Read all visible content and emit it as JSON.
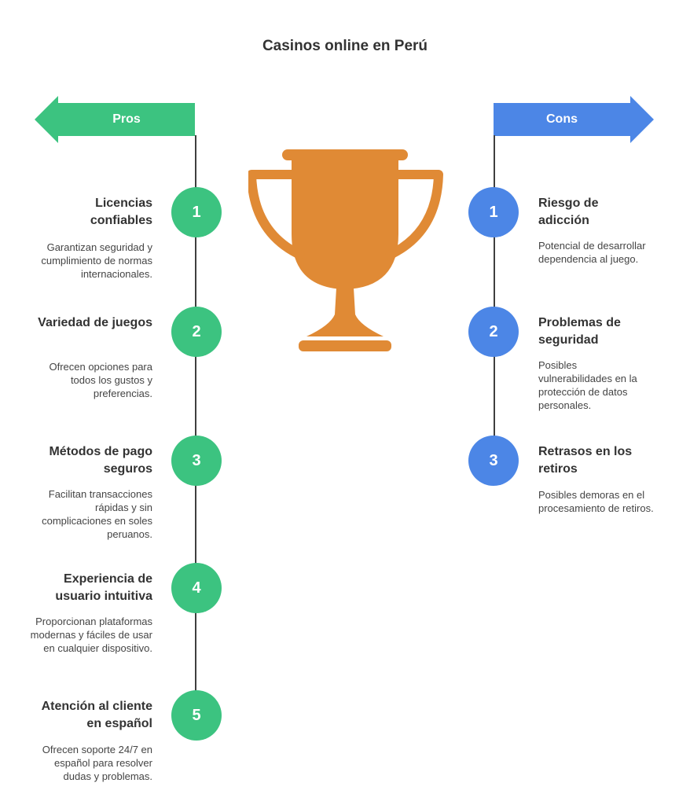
{
  "title": "Casinos online en Perú",
  "pros": {
    "label": "Pros",
    "color": "#3cc380",
    "items": [
      {
        "number": "1",
        "heading": "Licencias confiables",
        "description": "Garantizan seguridad y cumplimiento de normas internacionales."
      },
      {
        "number": "2",
        "heading": "Variedad de juegos",
        "description": "Ofrecen opciones para todos los gustos y preferencias."
      },
      {
        "number": "3",
        "heading": "Métodos de pago seguros",
        "description": "Facilitan transacciones rápidas y sin complicaciones en soles peruanos."
      },
      {
        "number": "4",
        "heading": "Experiencia de usuario intuitiva",
        "description": "Proporcionan plataformas modernas y fáciles de usar en cualquier dispositivo."
      },
      {
        "number": "5",
        "heading": "Atención al cliente en español",
        "description": "Ofrecen soporte 24/7 en español para resolver dudas y problemas."
      }
    ]
  },
  "cons": {
    "label": "Cons",
    "color": "#4c86e6",
    "items": [
      {
        "number": "1",
        "heading": "Riesgo de adicción",
        "description": "Potencial de desarrollar dependencia al juego."
      },
      {
        "number": "2",
        "heading": "Problemas de seguridad",
        "description": "Posibles vulnerabilidades en la protección de datos personales."
      },
      {
        "number": "3",
        "heading": "Retrasos en los retiros",
        "description": "Posibles demoras en el procesamiento de retiros."
      }
    ]
  },
  "trophy": {
    "icon": "trophy-icon",
    "color": "#e08a35"
  }
}
